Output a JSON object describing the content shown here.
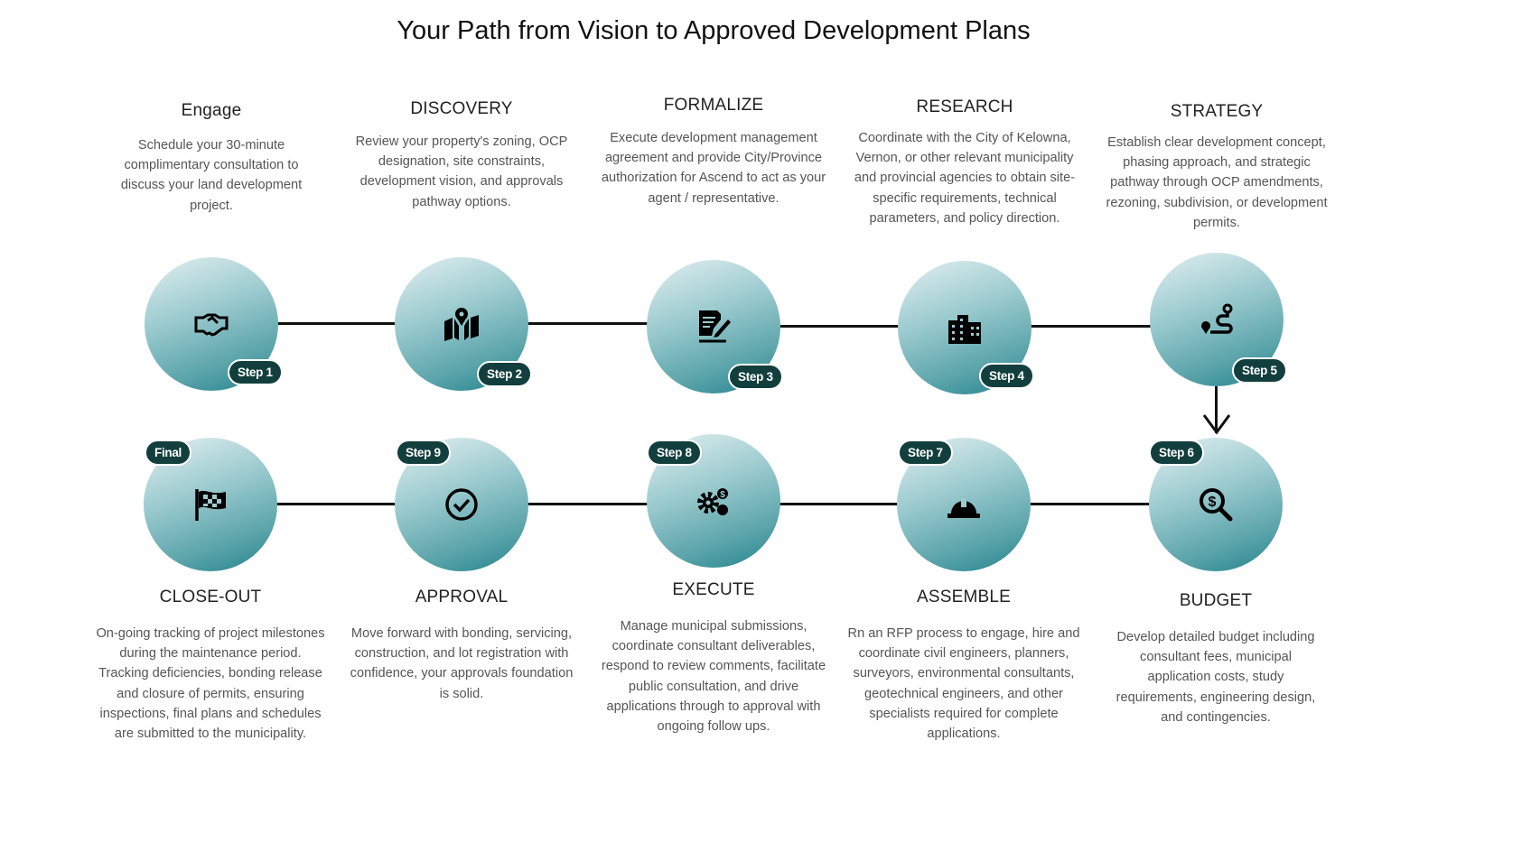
{
  "title": "Your Path from Vision to Approved Development Plans",
  "steps": [
    {
      "title": "Engage",
      "badge": "Step 1",
      "icon": "handshake-icon",
      "desc": "Schedule your 30-minute complimentary consultation to discuss your land development project."
    },
    {
      "title": "DISCOVERY",
      "badge": "Step 2",
      "icon": "map-pin-icon",
      "desc": "Review your property's zoning, OCP designation, site constraints, development vision, and approvals pathway options."
    },
    {
      "title": "FORMALIZE",
      "badge": "Step 3",
      "icon": "signed-document-icon",
      "desc": "Execute development management agreement and provide City/Province authorization for Ascend to act as your agent / representative."
    },
    {
      "title": "RESEARCH",
      "badge": "Step 4",
      "icon": "city-buildings-icon",
      "desc": "Coordinate with the City of Kelowna, Vernon, or other relevant municipality and provincial agencies to obtain site-specific requirements, technical parameters, and policy direction."
    },
    {
      "title": "STRATEGY",
      "badge": "Step 5",
      "icon": "route-icon",
      "desc": "Establish clear development concept, phasing approach, and strategic pathway through OCP amendments, rezoning, subdivision, or development permits."
    },
    {
      "title": "BUDGET",
      "badge": "Step 6",
      "icon": "dollar-search-icon",
      "desc": "Develop detailed budget including consultant fees, municipal application costs, study requirements, engineering design, and contingencies."
    },
    {
      "title": "ASSEMBLE",
      "badge": "Step 7",
      "icon": "hard-hat-icon",
      "desc": "Rn an RFP process to engage, hire and coordinate civil engineers, planners, surveyors, environmental consultants, geotechnical engineers, and other specialists required for complete applications."
    },
    {
      "title": "EXECUTE",
      "badge": "Step 8",
      "icon": "gears-dollar-icon",
      "desc": "Manage municipal submissions, coordinate consultant deliverables, respond to review comments, facilitate public consultation, and drive applications through to approval with ongoing follow ups."
    },
    {
      "title": "APPROVAL",
      "badge": "Step 9",
      "icon": "check-circle-icon",
      "desc": "Move forward with bonding, servicing, construction, and lot registration with confidence, your approvals foundation is solid."
    },
    {
      "title": "CLOSE-OUT",
      "badge": "Final",
      "icon": "checkered-flag-icon",
      "desc": "On-going tracking of project milestones during the maintenance period. Tracking deficiencies, bonding release and closure of permits, ensuring inspections, final plans and schedules are submitted to the municipality."
    }
  ]
}
